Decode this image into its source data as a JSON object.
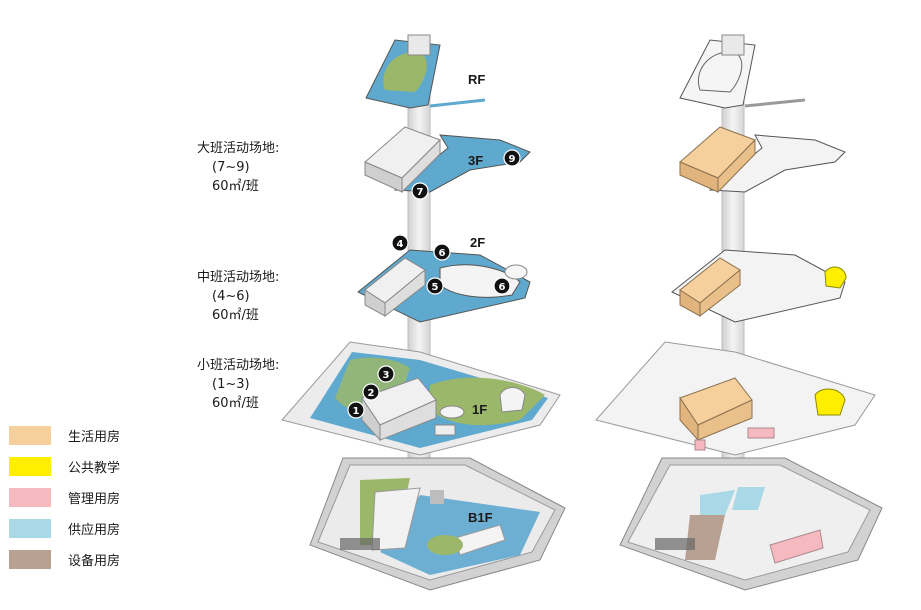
{
  "floor_labels": {
    "rf": "RF",
    "f3": "3F",
    "f2": "2F",
    "f1": "1F",
    "b1": "B1F"
  },
  "zones": [
    {
      "line1": "大班活动场地:",
      "line2": "(7~9)",
      "line3": "60㎡/班"
    },
    {
      "line1": "中班活动场地:",
      "line2": "(4~6)",
      "line3": "60㎡/班"
    },
    {
      "line1": "小班活动场地:",
      "line2": "(1~3)",
      "line3": "60㎡/班"
    }
  ],
  "markers": [
    "1",
    "2",
    "3",
    "4",
    "5",
    "6",
    "6",
    "7",
    "9"
  ],
  "legend": [
    {
      "label": "生活用房",
      "color": "#f5cf9c"
    },
    {
      "label": "公共教学",
      "color": "#ffee00"
    },
    {
      "label": "管理用房",
      "color": "#f7b9c0"
    },
    {
      "label": "供应用房",
      "color": "#a9d9e6"
    },
    {
      "label": "设备用房",
      "color": "#b8a192"
    }
  ],
  "colors": {
    "water_blue": "#5fa9cf",
    "grass_green": "#9bb86a",
    "slab_gray": "#d9d9d9",
    "room_orange": "#f5cf9c",
    "public_yellow": "#ffee00",
    "admin_pink": "#f7b9c0",
    "supply_blue": "#a9d9e6",
    "equip_brown": "#b8a192"
  }
}
